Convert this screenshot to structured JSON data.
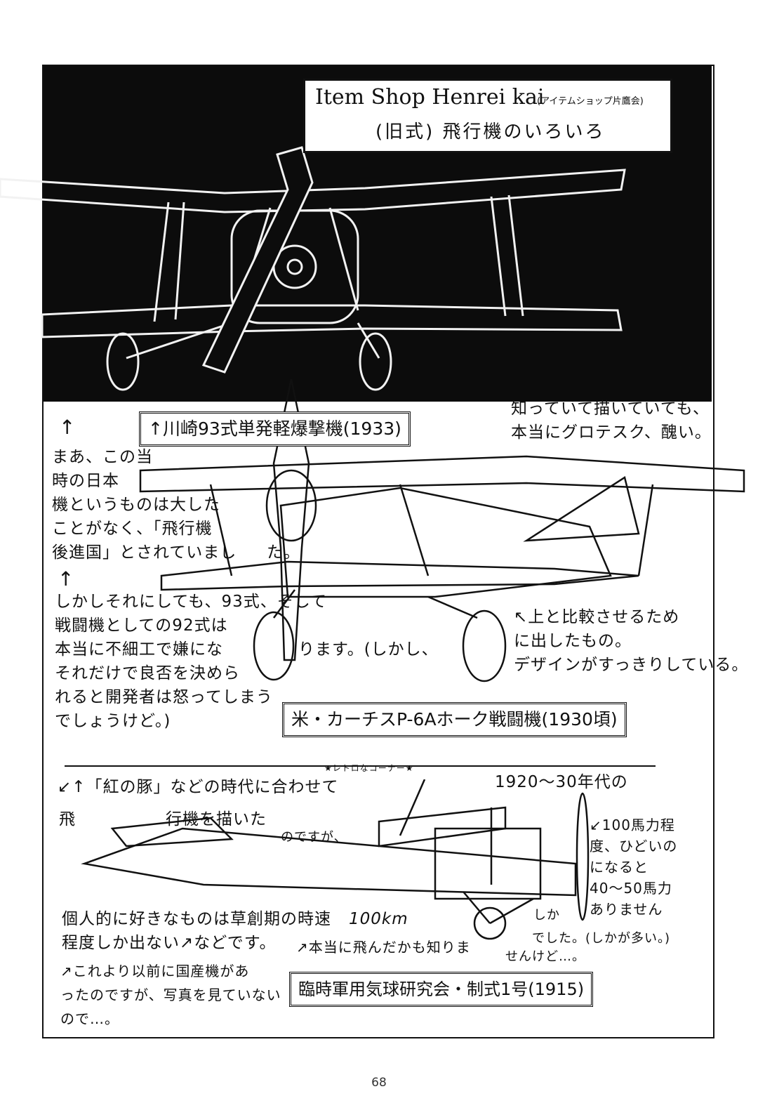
{
  "header": {
    "title_main": "Item Shop Henrei kai",
    "title_sub": "(アイテムショップ片鷹会)",
    "title_line2": "(旧式) 飛行機のいろいろ"
  },
  "plane1": {
    "caption": "↑川崎93式単発軽爆撃機(1933)",
    "side_note": "知っていて描いていても、\n本当にグロテスク、醜い。"
  },
  "notes_left": {
    "top_arrow": "↑",
    "paragraph1": "まあ、この当\n時の日本\n機というものは大した\nことがなく、「飛行機\n後進国」とされていまし",
    "paragraph1_end": "た。",
    "mid_arrow": "↑",
    "paragraph2": "しかしそれにしても、93式、そして\n戦闘機としての92式は\n本当に不細工で嫌にな",
    "paragraph2_mid": "ります。(しかし、",
    "paragraph2_end": "それだけで良否を決めら\nれると開発者は怒ってしまう\nでしょうけど。)"
  },
  "plane2": {
    "note": "↖上と比較させるため\nに出したもの。\nデザインがすっきりしている。",
    "caption": "米・カーチスP-6Aホーク戦闘機(1930頃)"
  },
  "retro": {
    "corner_label": "★レトロなコーナー★",
    "line1": "↙↑「紅の豚」などの時代に合わせて",
    "line1_right": "1920〜30年代の",
    "line2a": "飛",
    "line2b": "行機を描いた",
    "line3": "のですが、",
    "engine_note": "↙100馬力程\n度、ひどいの\nになると\n40〜50馬力\nありません",
    "engine_note2": "でした。(しかが多い。)",
    "shika": "しか",
    "personal1": "個人的に好きなものは草創期の時速",
    "personal_speed": "100km",
    "personal2": "程度しか出ない↗などです。",
    "flew": "↗本当に飛んだかも知りま",
    "flew_end": "せんけど…。",
    "domestic": "↗これより以前に国産機があ\nったのですが、写真を見ていない\nので…。",
    "caption": "臨時軍用気球研究会・制式1号(1915)"
  },
  "page_number": "68"
}
